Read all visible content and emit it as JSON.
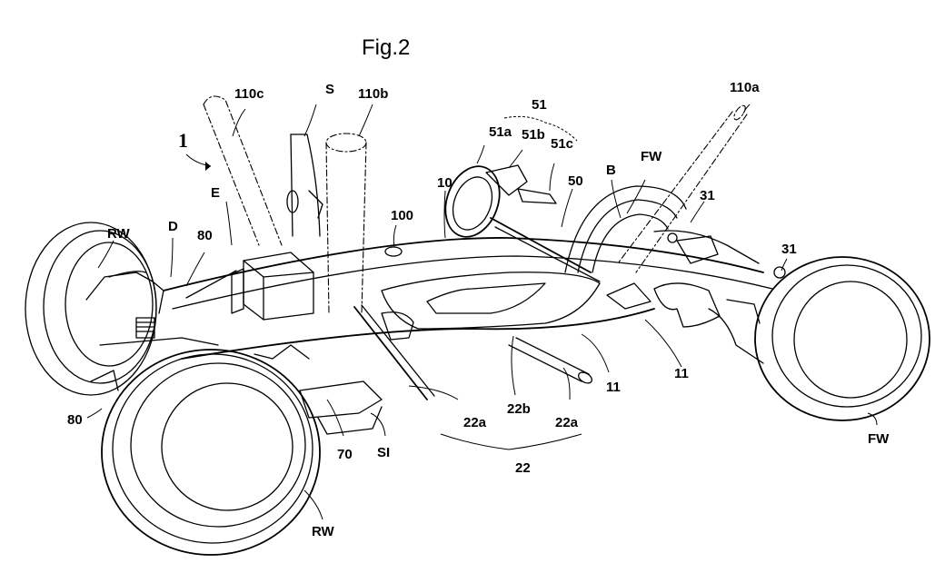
{
  "figure": {
    "title": "Fig.2",
    "vehicle_ref": "1"
  },
  "labels": {
    "l110c": "110c",
    "lS": "S",
    "l110b": "110b",
    "l51": "51",
    "l51a": "51a",
    "l51b": "51b",
    "l51c": "51c",
    "l110a": "110a",
    "lE": "E",
    "l10": "10",
    "l50": "50",
    "lB": "B",
    "lFW_top": "FW",
    "l31_upper": "31",
    "l31_lower": "31",
    "lRW_left": "RW",
    "lD": "D",
    "l80_top": "80",
    "l100": "100",
    "l80_left": "80",
    "l11_a": "11",
    "l11_b": "11",
    "l22a_left": "22a",
    "l22b": "22b",
    "l22a_right": "22a",
    "l22": "22",
    "l70": "70",
    "lSI": "SI",
    "lFW_right": "FW",
    "lRW_bottom": "RW"
  }
}
